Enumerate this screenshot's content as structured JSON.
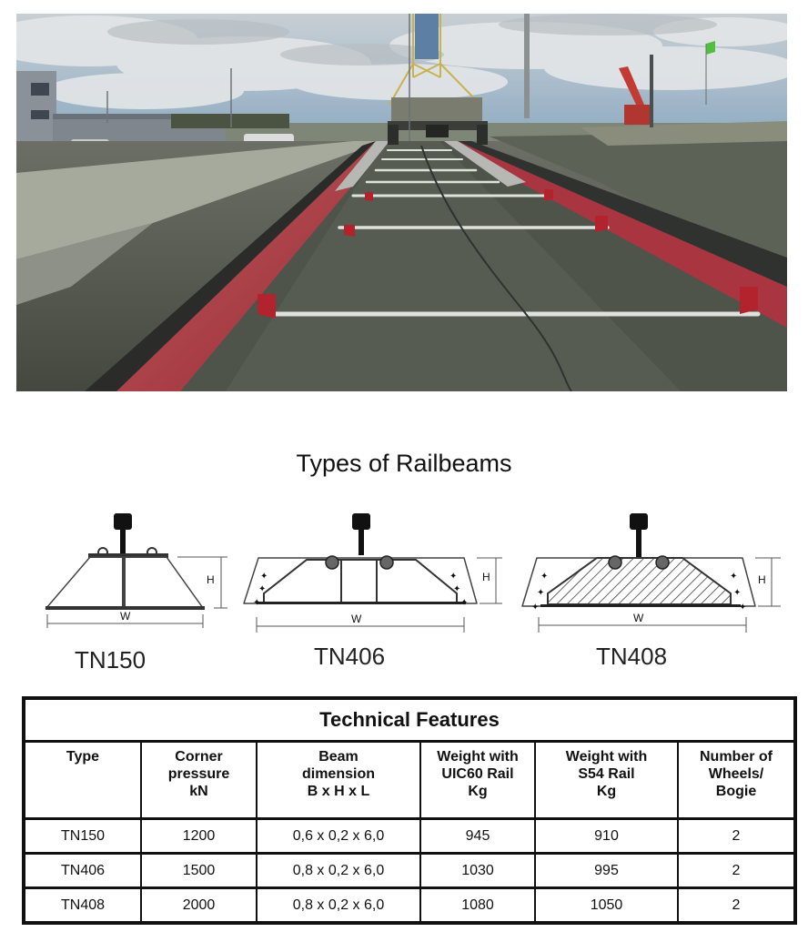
{
  "photo": {
    "description": "Railbeam track installation at a port terminal with crane, parked vehicles and cloudy sky",
    "colors": {
      "sky": "#9fb4c4",
      "cloud": "#d9dde0",
      "ground": "#55594f",
      "railbeam": "#a8323a",
      "crossbar": "#d7dad6"
    }
  },
  "section_title": "Types of Railbeams",
  "diagrams": [
    {
      "id": "tn150",
      "label": "TN150",
      "dim_w": "W",
      "dim_h": "H"
    },
    {
      "id": "tn406",
      "label": "TN406",
      "dim_w": "W",
      "dim_h": "H"
    },
    {
      "id": "tn408",
      "label": "TN408",
      "dim_w": "W",
      "dim_h": "H"
    }
  ],
  "table": {
    "caption": "Technical Features",
    "headers": [
      [
        "Type"
      ],
      [
        "Corner",
        "pressure",
        "kN"
      ],
      [
        "Beam",
        "dimension",
        "B x H x L"
      ],
      [
        "Weight with",
        "UIC60 Rail",
        "Kg"
      ],
      [
        "Weight with",
        "S54 Rail",
        "Kg"
      ],
      [
        "Number of",
        "Wheels/",
        "Bogie"
      ]
    ],
    "rows": [
      [
        "TN150",
        "1200",
        "0,6 x 0,2 x 6,0",
        "945",
        "910",
        "2"
      ],
      [
        "TN406",
        "1500",
        "0,8 x 0,2 x 6,0",
        "1030",
        "995",
        "2"
      ],
      [
        "TN408",
        "2000",
        "0,8 x 0,2 x 6,0",
        "1080",
        "1050",
        "2"
      ]
    ]
  }
}
